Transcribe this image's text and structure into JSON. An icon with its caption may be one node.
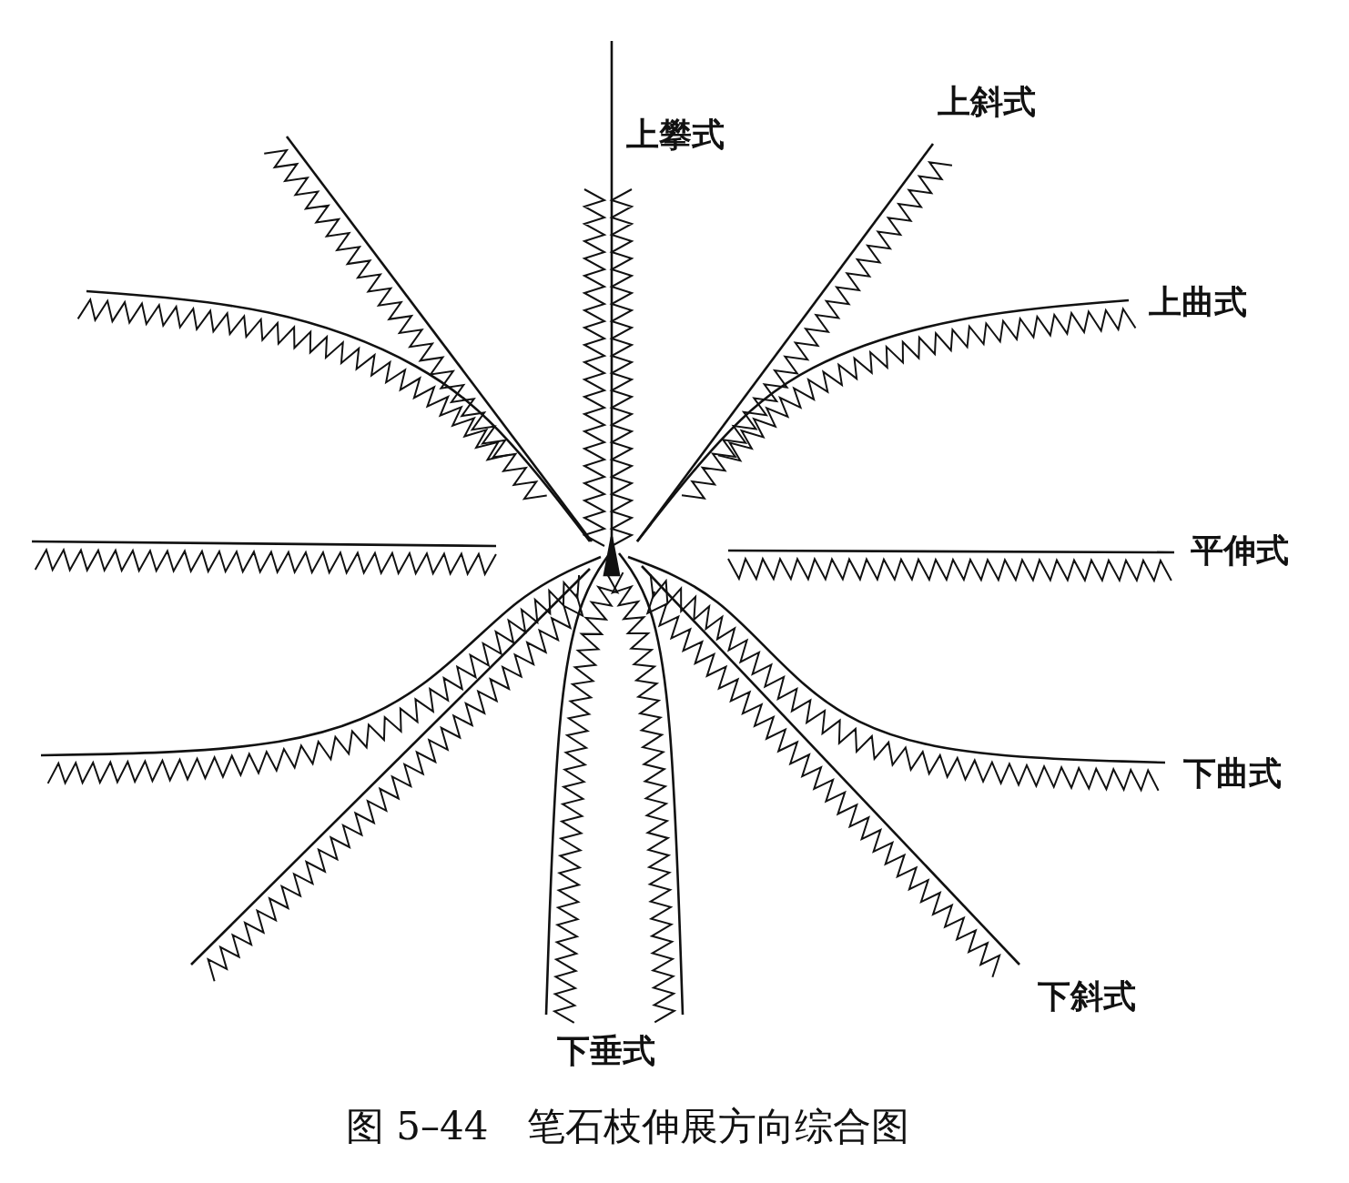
{
  "diagram": {
    "caption": "图 5–44　笔石枝伸展方向综合图",
    "labels": [
      "上攀式",
      "上斜式",
      "上曲式",
      "平伸式",
      "下曲式",
      "下斜式",
      "下垂式"
    ]
  }
}
